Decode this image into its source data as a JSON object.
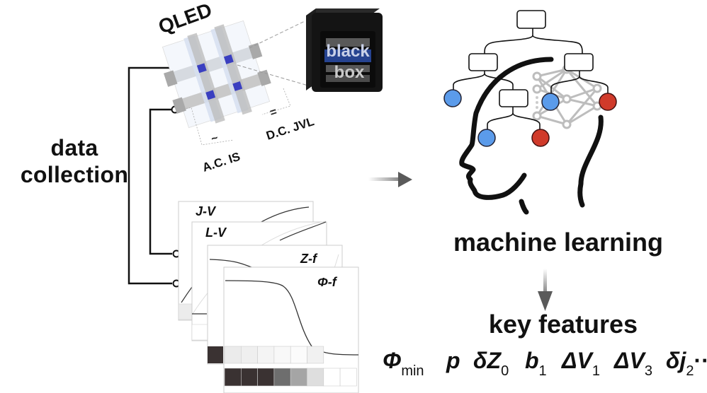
{
  "left": {
    "label_line1": "data",
    "label_line2": "collection"
  },
  "device": {
    "title": "QLED",
    "black_box_line1": "black",
    "black_box_line2": "box",
    "ac_label": "A.C. IS",
    "dc_label": "D.C. JVL",
    "ac_symbol": "~",
    "dc_symbol": "="
  },
  "plots": [
    {
      "label": "J-V"
    },
    {
      "label": "L-V"
    },
    {
      "label": "Z-f"
    },
    {
      "label": "Φ-f"
    }
  ],
  "strips": {
    "top_row": [
      "#3a3232",
      "#ebebeb",
      "#efefef",
      "#f4f4f4",
      "#f8f8f8",
      "#fbfbfb",
      "#f1f1f1"
    ],
    "bottom_row": [
      "#3a3232",
      "#3a3232",
      "#3a3232",
      "#6e6e6e",
      "#a5a5a5",
      "#dedede",
      "#ffffff",
      "#ffffff"
    ]
  },
  "ml": {
    "label": "machine learning",
    "leaf_blue": "#5b9bea",
    "leaf_red": "#d03a2a",
    "network_gray": "#bdbdbd"
  },
  "key_features": {
    "label": "key features",
    "items": [
      {
        "main": "Φ",
        "sub": "min"
      },
      {
        "main": "p",
        "sub": ""
      },
      {
        "main": "δZ",
        "sub": "0"
      },
      {
        "main": "b",
        "sub": "1"
      },
      {
        "main": "ΔV",
        "sub": "1"
      },
      {
        "main": "ΔV",
        "sub": "3"
      },
      {
        "main": "δj",
        "sub": "2"
      }
    ],
    "ellipsis": "···"
  },
  "colors": {
    "qd_blue": "#3a3fc0",
    "layer_light_blue": "#dfe8f7",
    "layer_gray": "#b8b8b8",
    "arrow_gray": "#5a5a5a"
  }
}
